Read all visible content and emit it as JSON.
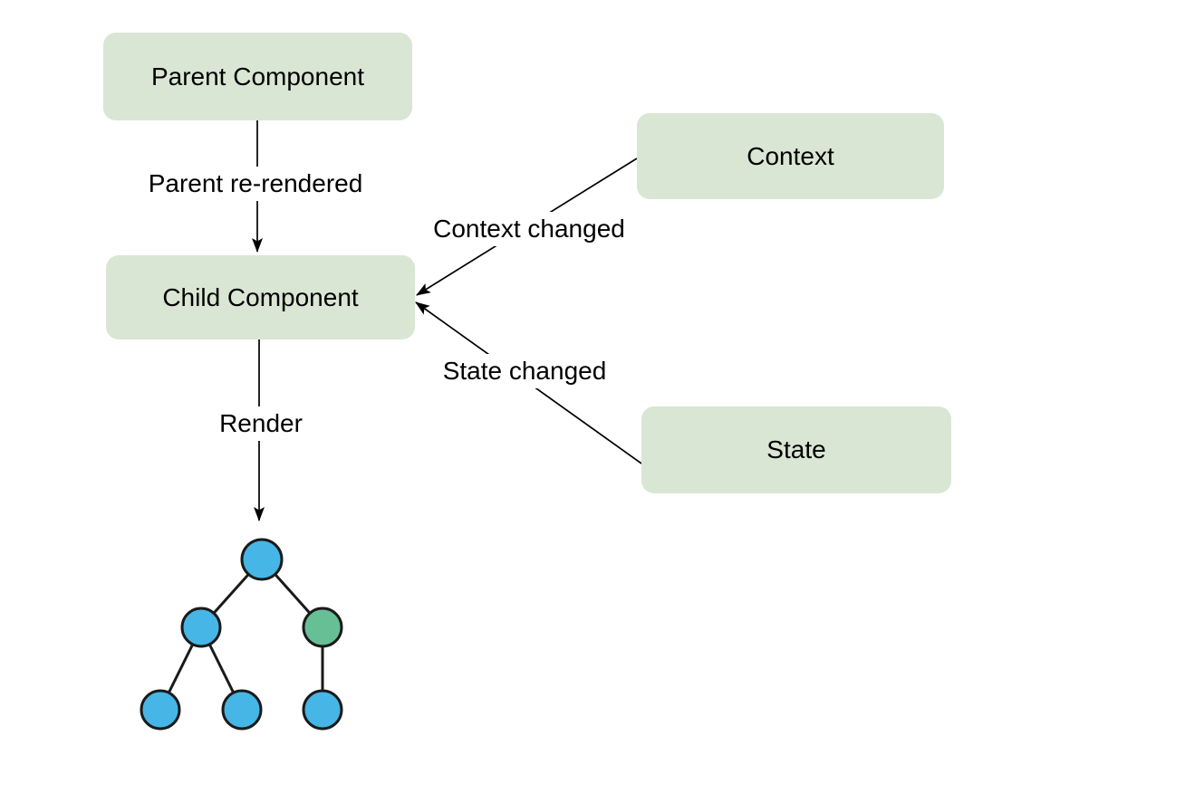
{
  "diagram": {
    "boxes": {
      "parent": {
        "label": "Parent Component"
      },
      "child": {
        "label": "Child Component"
      },
      "context": {
        "label": "Context"
      },
      "state": {
        "label": "State"
      }
    },
    "edge_labels": {
      "parent_to_child": "Parent re-rendered",
      "context_to_child": "Context changed",
      "state_to_child": "State changed",
      "child_to_tree": "Render"
    },
    "colors": {
      "box_fill": "#d9e6d4",
      "arrow_line": "#000000",
      "text": "#000000",
      "tree_node_blue": "#45b6e6",
      "tree_node_green": "#67c095",
      "tree_outline": "#1a1a1a"
    },
    "tree": {
      "nodes": [
        {
          "id": "root",
          "color": "blue"
        },
        {
          "id": "left-child",
          "color": "blue"
        },
        {
          "id": "right-child",
          "color": "green"
        },
        {
          "id": "leaf-1",
          "color": "blue"
        },
        {
          "id": "leaf-2",
          "color": "blue"
        },
        {
          "id": "leaf-3",
          "color": "blue"
        }
      ],
      "edges": [
        [
          "root",
          "left-child"
        ],
        [
          "root",
          "right-child"
        ],
        [
          "left-child",
          "leaf-1"
        ],
        [
          "left-child",
          "leaf-2"
        ],
        [
          "right-child",
          "leaf-3"
        ]
      ]
    }
  }
}
